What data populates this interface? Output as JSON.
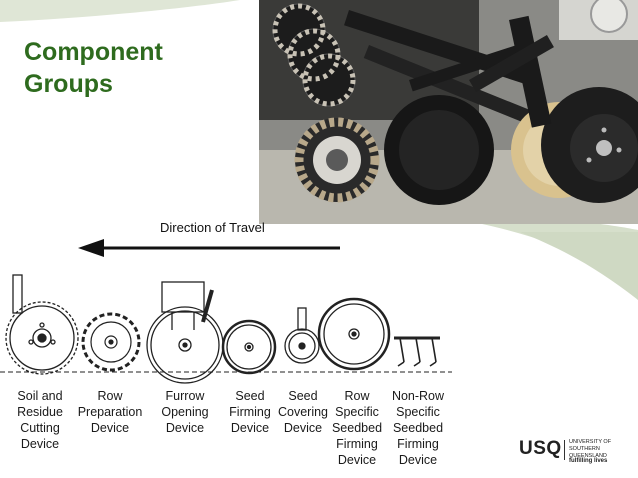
{
  "title_lines": [
    "Component",
    "Groups"
  ],
  "direction_label": "Direction of Travel",
  "components": [
    {
      "lines": [
        "Soil and",
        "Residue",
        "Cutting",
        "Device"
      ]
    },
    {
      "lines": [
        "Row",
        "Preparation",
        "Device"
      ]
    },
    {
      "lines": [
        "Furrow",
        "Opening",
        "Device"
      ]
    },
    {
      "lines": [
        "Seed",
        "Firming",
        "Device"
      ]
    },
    {
      "lines": [
        "Seed",
        "Covering",
        "Device"
      ]
    },
    {
      "lines": [
        "Row",
        "Specific",
        "Seedbed",
        "Firming",
        "Device"
      ]
    },
    {
      "lines": [
        "Non-Row",
        "Specific",
        "Seedbed",
        "Firming",
        "Device"
      ]
    }
  ],
  "logo": {
    "name": "USQ",
    "university_line1": "UNIVERSITY OF",
    "university_line2": "SOUTHERN QUEENSLAND",
    "tagline": "fulfilling lives"
  },
  "colors": {
    "title": "#2e6b1e",
    "sage_band": "#d6dfcb"
  }
}
